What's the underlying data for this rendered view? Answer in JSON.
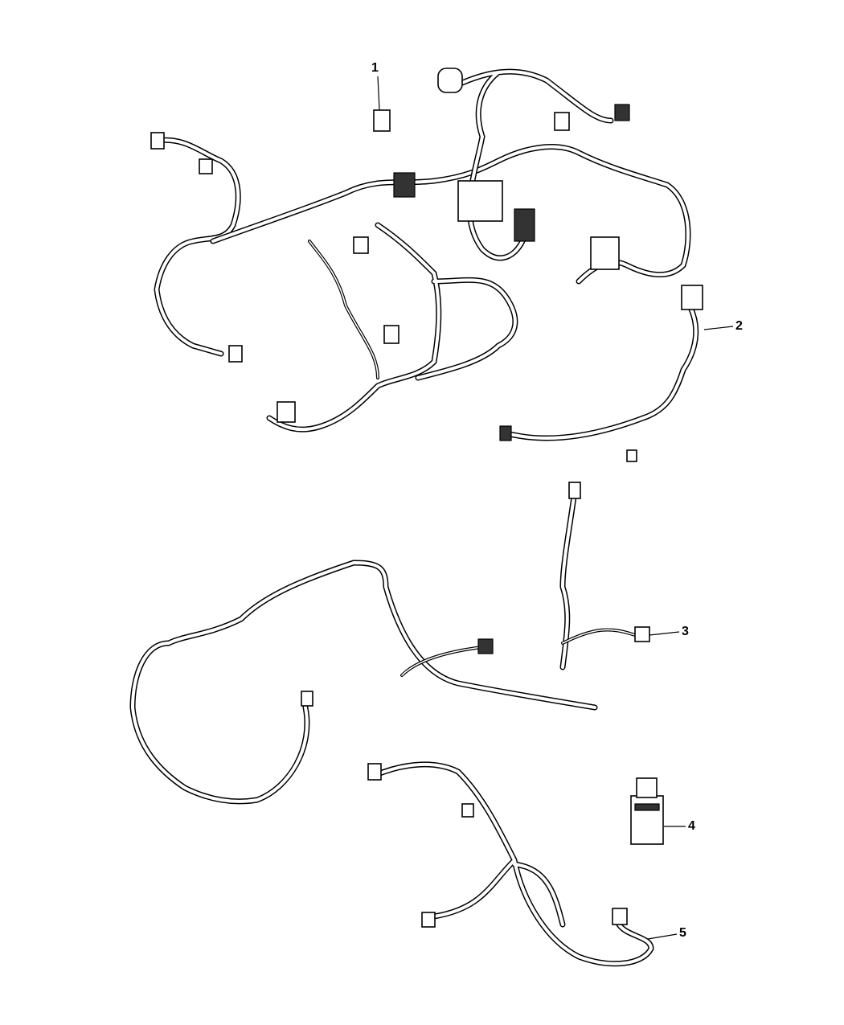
{
  "callouts": [
    {
      "number": "1",
      "part": "engine-wiring-harness"
    },
    {
      "number": "2",
      "part": "wiring-jumper"
    },
    {
      "number": "3",
      "part": "front-end-wiring-harness"
    },
    {
      "number": "4",
      "part": "relay"
    },
    {
      "number": "5",
      "part": "wiring-harness"
    }
  ]
}
